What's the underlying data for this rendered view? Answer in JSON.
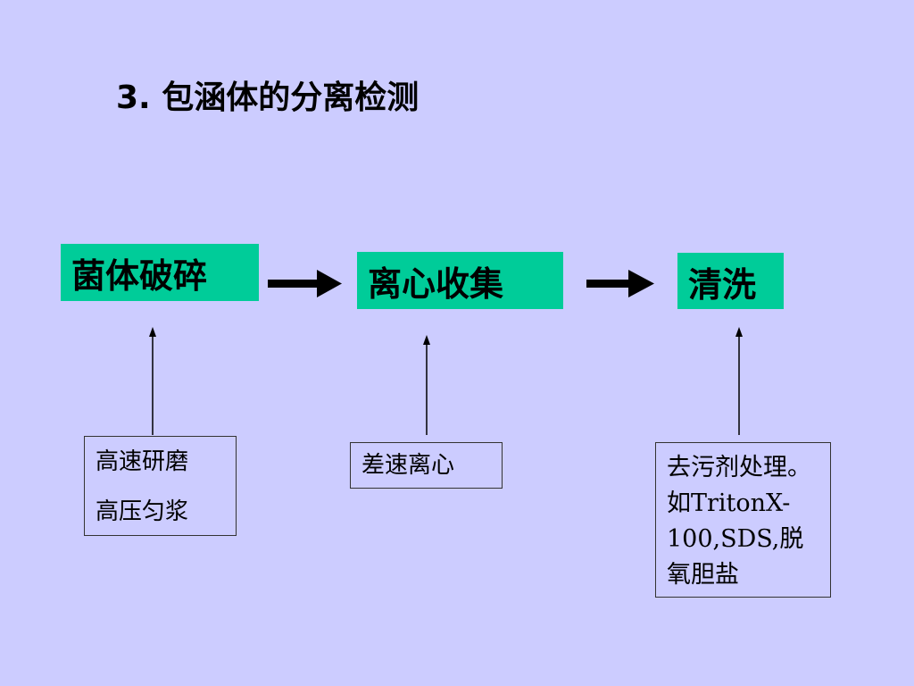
{
  "slide": {
    "title": "3. 包涵体的分离检测",
    "background_color": "#ccccff",
    "step_box_color": "#00cc99"
  },
  "steps": [
    {
      "label": "菌体破碎"
    },
    {
      "label": "离心收集"
    },
    {
      "label": "清洗"
    }
  ],
  "notes": [
    {
      "lines": [
        "高速研磨",
        "高压匀浆"
      ]
    },
    {
      "lines": [
        "差速离心"
      ]
    },
    {
      "lines": [
        "去污剂处理。",
        "如TritonX-",
        "100,SDS,脱",
        "氧胆盐"
      ]
    }
  ],
  "arrow_icons": [
    "right-arrow-icon",
    "up-arrow-icon"
  ]
}
